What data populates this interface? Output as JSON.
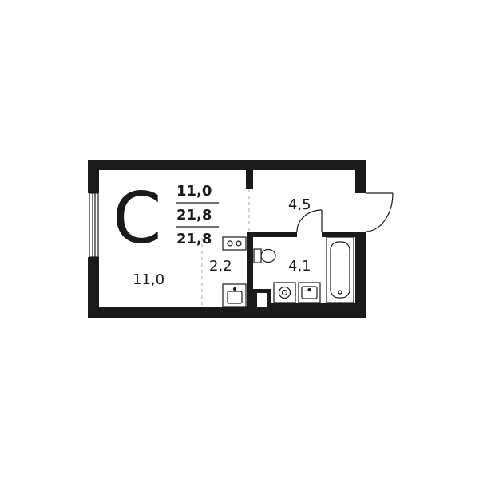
{
  "plan": {
    "type_letter": "С",
    "stats": {
      "living_area": "11,0",
      "total_area": "21,8",
      "total_area_2": "21,8"
    },
    "rooms": {
      "living_room": "11,0",
      "kitchen": "2,2",
      "hallway": "4,5",
      "bathroom": "4,1"
    },
    "colors": {
      "wall": "#1a1a1a",
      "background": "#ffffff",
      "fixture_stroke": "#1a1a1a",
      "dashed_line": "#aaaaaa"
    }
  }
}
